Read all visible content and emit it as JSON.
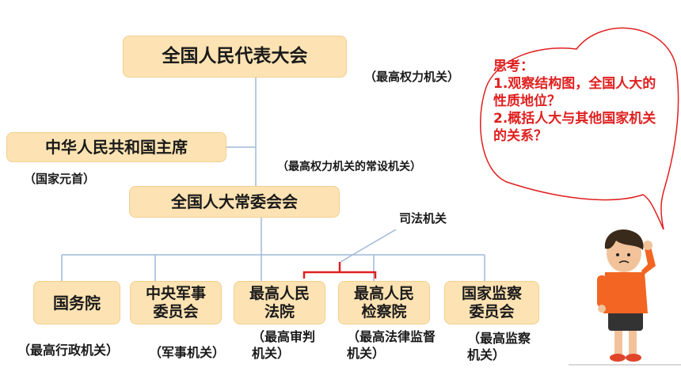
{
  "boxes": {
    "npc": "全国人民代表大会",
    "president": "中华人民共和国主席",
    "standing": "全国人大常委会会",
    "state_council": "国务院",
    "cmc": "中央军事委员会",
    "court": "最高人民法院",
    "procuratorate": "最高人民检察院",
    "supervision": "国家监察委员会"
  },
  "notes": {
    "npc": "（最高权力机关）",
    "president": "（国家元首）",
    "standing": "（最高权力机关的常设机关）",
    "judicial": "司法机关",
    "state_council": "（最高行政机关）",
    "cmc": "（军事机关）",
    "court": "（最高审判机关）",
    "procuratorate": "（最高法律监督机关）",
    "supervision": "（最高监察机关）"
  },
  "thinking": {
    "title": "思考：",
    "q1": "1.观察结构图，全国人大的性质地位？",
    "q2": "2.概括人大与其他国家机关的关系？"
  },
  "colors": {
    "box_fill": "#fde3b3",
    "line": "#9fb9d8",
    "bracket": "#e02020",
    "bubble_text": "#e02020"
  }
}
